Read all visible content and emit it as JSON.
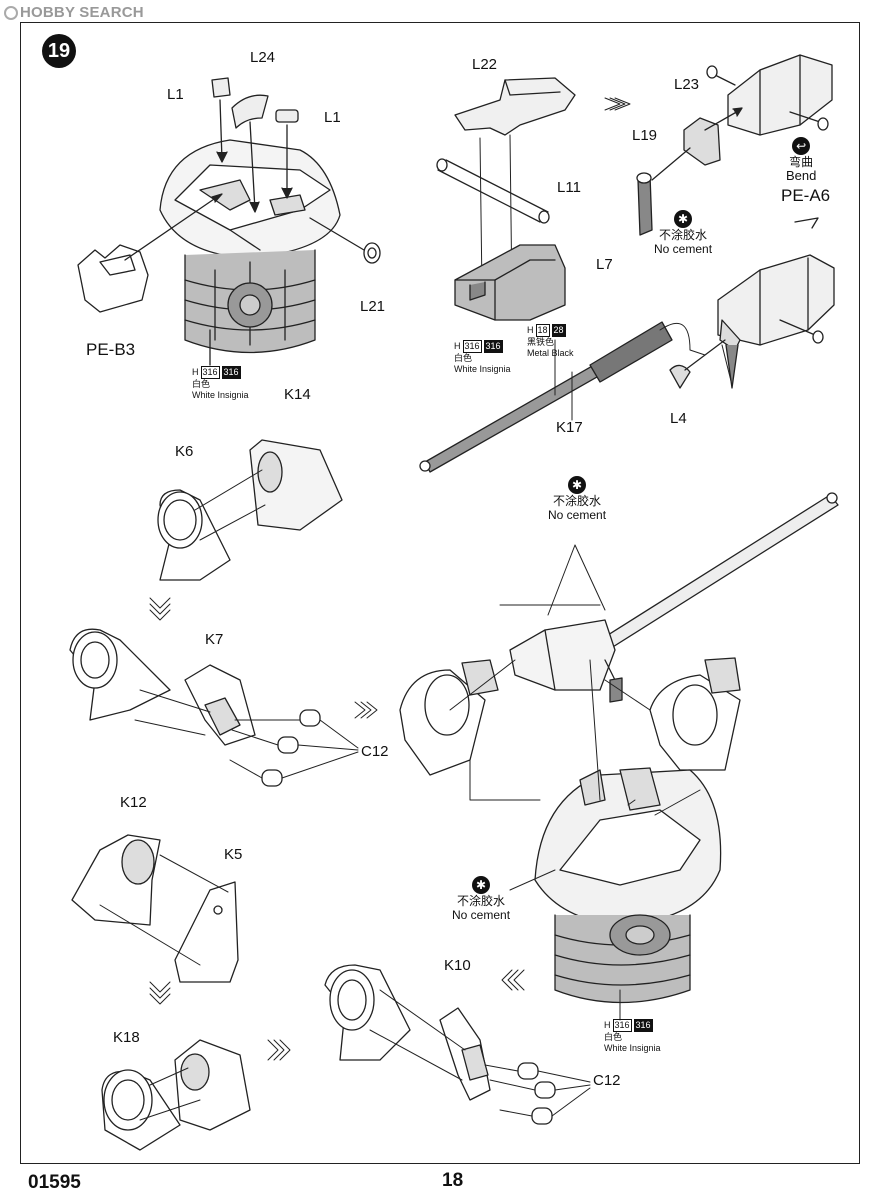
{
  "watermark": "HOBBY SEARCH",
  "step_number": "19",
  "labels": {
    "L1_a": "L1",
    "L24": "L24",
    "L1_b": "L1",
    "L21": "L21",
    "PE_B3": "PE-B3",
    "L22": "L22",
    "L11": "L11",
    "L7": "L7",
    "L23": "L23",
    "L19": "L19",
    "PE_A6": "PE-A6",
    "L4": "L4",
    "K17": "K17",
    "K14": "K14",
    "K6": "K6",
    "K7": "K7",
    "C12_a": "C12",
    "K12": "K12",
    "K5": "K5",
    "K18": "K18",
    "K10": "K10",
    "C12_b": "C12"
  },
  "bend": {
    "cn": "弯曲",
    "en": "Bend"
  },
  "no_cement": {
    "cn": "不涂胶水",
    "en": "No cement"
  },
  "paint_white": {
    "prefix": "H",
    "codes": [
      "316",
      "316"
    ],
    "cn": "白色",
    "en": "White Insignia"
  },
  "paint_black": {
    "prefix": "H",
    "codes": [
      "18",
      "28"
    ],
    "cn": "黑铁色",
    "en": "Metal  Black"
  },
  "footer": {
    "code": "01595",
    "page": "18"
  }
}
